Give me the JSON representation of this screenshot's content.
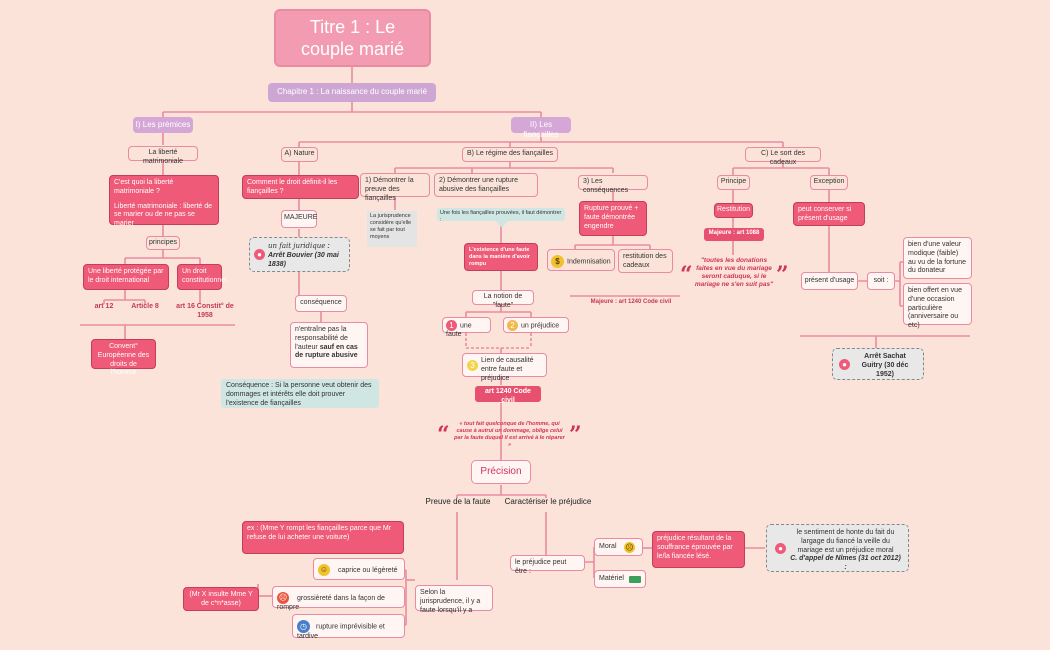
{
  "title": "Titre 1 : Le couple marié",
  "chapter": "Chapitre 1 :  La naissance du couple marié",
  "premices": {
    "label": "I) Les prémices",
    "liberte": "La liberté matrimoniale",
    "question": "C'est quoi la liberté matrimoniale ?",
    "definition": "Liberté matrimoniale : liberté de se marier ou de ne pas se marier",
    "principes": "principes",
    "intl": "Une liberté protégée par le droit international",
    "const": "Un droit constitutionnel",
    "art12": "art 12",
    "art8": "Article 8",
    "art16": "art 16 Constit° de 1958",
    "convention": "Convent° Européenne des droits de l'homme"
  },
  "fiancailles": {
    "label": "II) Les fiançailles",
    "nature": {
      "label": "A) Nature",
      "question": "Comment le droit définit-il les fiançailles ?",
      "majeure": "MAJEURE",
      "fait": "un fait juridique",
      "fait_ref": " : Arrêt Bouvier (30 mai 1838)",
      "consequence": "conséquence",
      "responsabilite": "n'entraîne pas la responsabilité de l'auteur ",
      "responsabilite_bold": "sauf en cas de rupture abusive",
      "teal": "Conséquence : Si la personne veut obtenir des dommages et intérêts elle doit prouver l'existence de fiançailles"
    },
    "regime": {
      "label": "B) Le régime des fiançailles",
      "demontrer_preuve": "1) Démontrer la preuve des fiançailles",
      "jurisprudence": "La jurisprudence considère qu'elle se fait par tout moyens",
      "demontrer_rupture": "2) Démontrer une rupture abusive des fiançailles",
      "une_fois": "Une fois les fiançailles prouvées, il faut démontrer :",
      "existence": "L'existence d'une faute dans la manière d'avoir rompu",
      "notion": "La notion de \"faute\"",
      "une_faute": "une faute",
      "un_prejudice": "un préjudice",
      "lien": "Lien de causalité entre faute et préjudice",
      "art1240": "art 1240 Code civil",
      "consequences": "3) Les conséquences",
      "rupture_prouvee": "Rupture prouvé + faute démontrée engendre",
      "indemnisation": "Indemnisation",
      "restitution_cadeaux": "restitution des cadeaux",
      "majeure_art": "Majeure : art 1240 Code civil",
      "quote": "« tout fait quelconque de l'homme, qui cause à autrui un dommage, oblige celui par la faute duquel il est arrivé à le réparer »"
    },
    "cadeaux": {
      "label": "C) Le sort des cadeaux",
      "principe": "Principe",
      "restitution": "Restitution",
      "majeure_art": "Majeure : art 1088",
      "quote": "\"toutes les donations faites en vue du mariage seront caduque, si le mariage ne s'en suit pas\"",
      "exception": "Exception",
      "conserver": "peut conserver si présent d'usage",
      "present": "présent d'usage",
      "soit": "soit :",
      "valeur": "bien d'une valeur modique (faible) au vu de la fortune du donateur",
      "occasion": "bien offert en vue d'une occasion particulière (anniversaire ou etc)",
      "arret": "Arrêt Sachat Guitry (30 déc 1952)"
    }
  },
  "precision": {
    "label": "Précision",
    "preuve_faute": "Preuve de la faute",
    "caracteriser": "Caractériser le préjudice",
    "exemple": "ex : (Mme Y rompt les fiançailles parce que Mr refuse de lui acheter une voiture)",
    "caprice": "caprice ou légèreté",
    "grossierete": "grossièreté dans la façon de rompre",
    "insulte": "(Mr X insulte Mme Y de c*n*asse)",
    "imprevisible": "rupture imprévisible et tardive",
    "jurisprudence": "Selon la jurisprudence, il y a faute lorsqu'il y a",
    "prejudice_peut": "le préjudice peut être :",
    "moral": "Moral",
    "materiel": "Matériel",
    "moral_def": "préjudice résultant de la souffrance éprouvée par le/la fiancée lésé.",
    "nimes": "le sentiment de honte du fait du largage du fiancé la veille du mariage est un préjudice moral",
    "nimes_ref": "C. d'appel de Nîmes (31 oct 2012) :"
  },
  "colors": {
    "accent": "#ee5a78",
    "background": "#fbe3d9",
    "line": "#e98ba1"
  }
}
